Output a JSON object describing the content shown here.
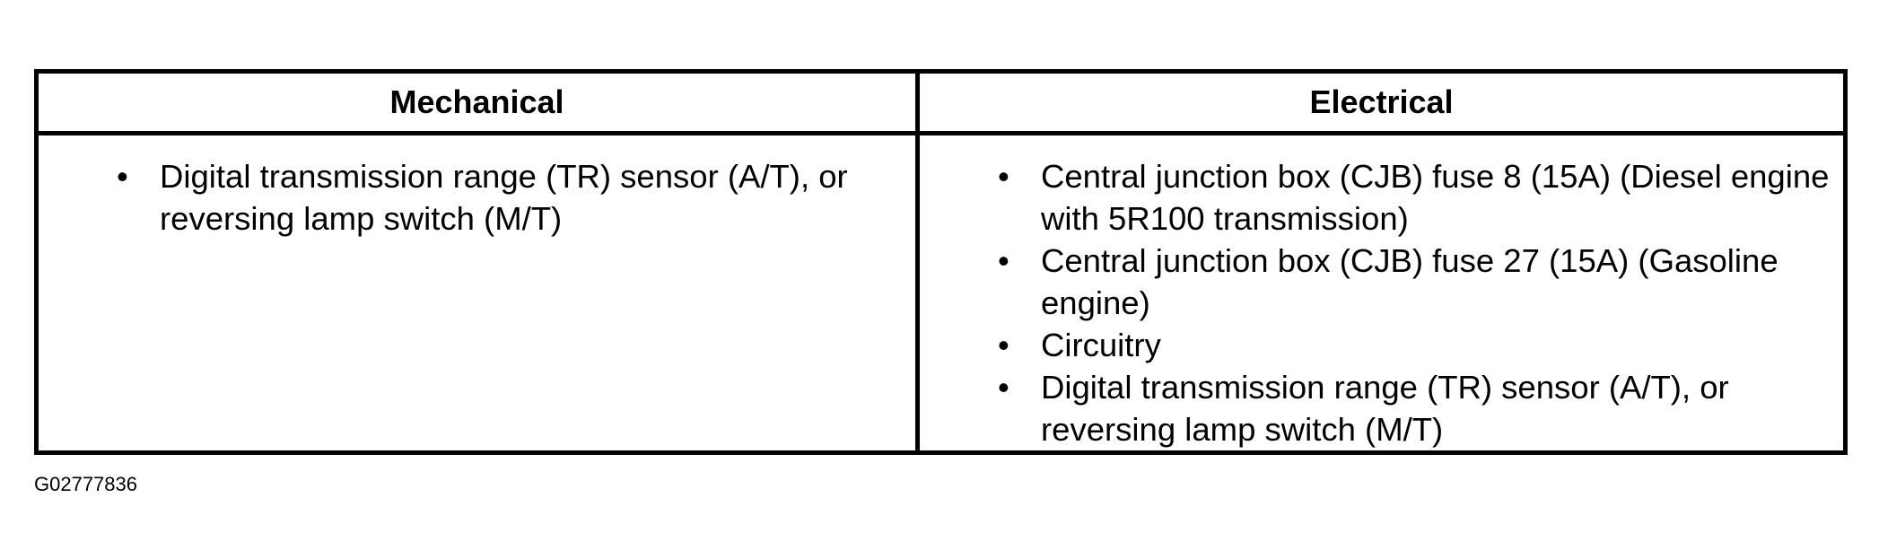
{
  "table": {
    "headers": {
      "mechanical": "Mechanical",
      "electrical": "Electrical"
    },
    "bullet_glyph": "•",
    "mechanical_items": [
      "Digital transmission range (TR) sensor (A/T), or reversing lamp switch (M/T)"
    ],
    "electrical_items": [
      "Central junction box (CJB) fuse 8 (15A) (Diesel engine with 5R100 transmission)",
      "Central junction box (CJB) fuse 27 (15A) (Gasoline engine)",
      "Circuitry",
      "Digital transmission range (TR) sensor (A/T), or reversing lamp switch (M/T)"
    ]
  },
  "figure_id": "G02777836"
}
